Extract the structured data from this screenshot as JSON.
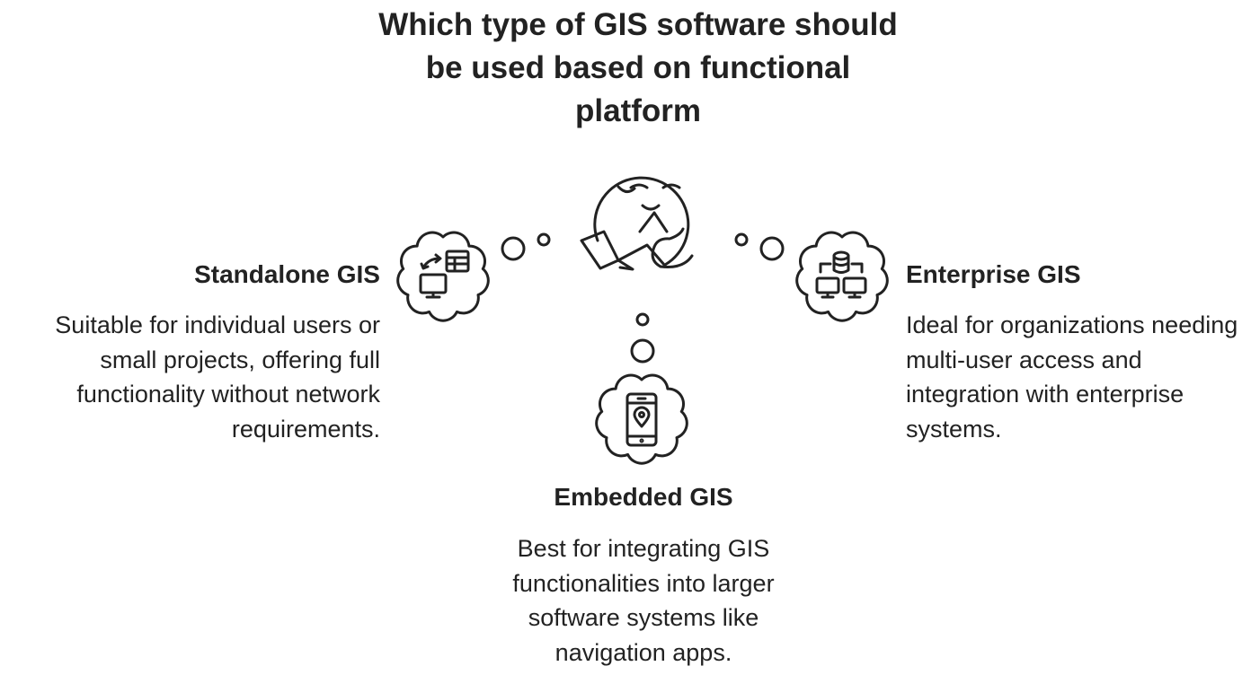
{
  "title": "Which type of GIS software should be used based on functional platform",
  "options": [
    {
      "heading": "Standalone GIS",
      "description": "Suitable for individual users or small projects, offering full functionality without network requirements.",
      "icon": "computer-table-sync-icon"
    },
    {
      "heading": "Enterprise GIS",
      "description": "Ideal for organizations needing multi-user access and integration with enterprise systems.",
      "icon": "database-network-icon"
    },
    {
      "heading": "Embedded GIS",
      "description": "Best for integrating GIS functionalities into larger software systems like navigation apps.",
      "icon": "smartphone-location-icon"
    }
  ],
  "colors": {
    "ink": "#222222",
    "background": "#ffffff"
  }
}
